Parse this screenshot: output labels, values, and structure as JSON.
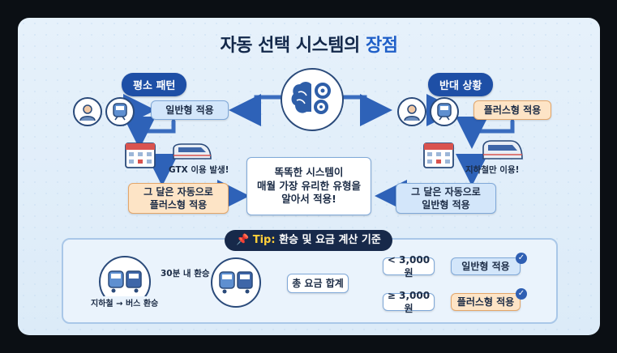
{
  "title": {
    "prefix": "자동 선택 시스템의 ",
    "highlight": "장점"
  },
  "left": {
    "badge": "평소 패턴",
    "apply": "일반형 적용",
    "event": "GTX 이용 발생!",
    "result_line1": "그 달은 자동으로",
    "result_line2": "플러스형 적용"
  },
  "right": {
    "badge": "반대 상황",
    "apply": "플러스형 적용",
    "event": "지하철만 이용!",
    "result_line1": "그 달은 자동으로",
    "result_line2": "일반형 적용"
  },
  "center": {
    "line1": "똑똑한 시스템이",
    "line2": "매월 가장 유리한 유형을",
    "line3": "알아서 적용!"
  },
  "tip": {
    "prefix": "Tip:",
    "text": " 환승 및 요금 계산 기준",
    "transfer_label": "지하철 → 버스 환승",
    "transfer_time": "30분 내 환승",
    "total": "총 요금 합계",
    "lt_condition": "< 3,000원",
    "lt_result": "일반형 적용",
    "ge_condition": "≥ 3,000원",
    "ge_result": "플러스형 적용"
  },
  "colors": {
    "accent": "#1e4fa6",
    "plus": "#fde4c6",
    "normal": "#d3e6fa"
  },
  "icons": [
    "person-icon",
    "train-icon",
    "calendar-icon",
    "highspeed-train-icon",
    "brain-gear-icon",
    "pin-icon",
    "bus-icon",
    "check-icon",
    "arrow-icon"
  ]
}
